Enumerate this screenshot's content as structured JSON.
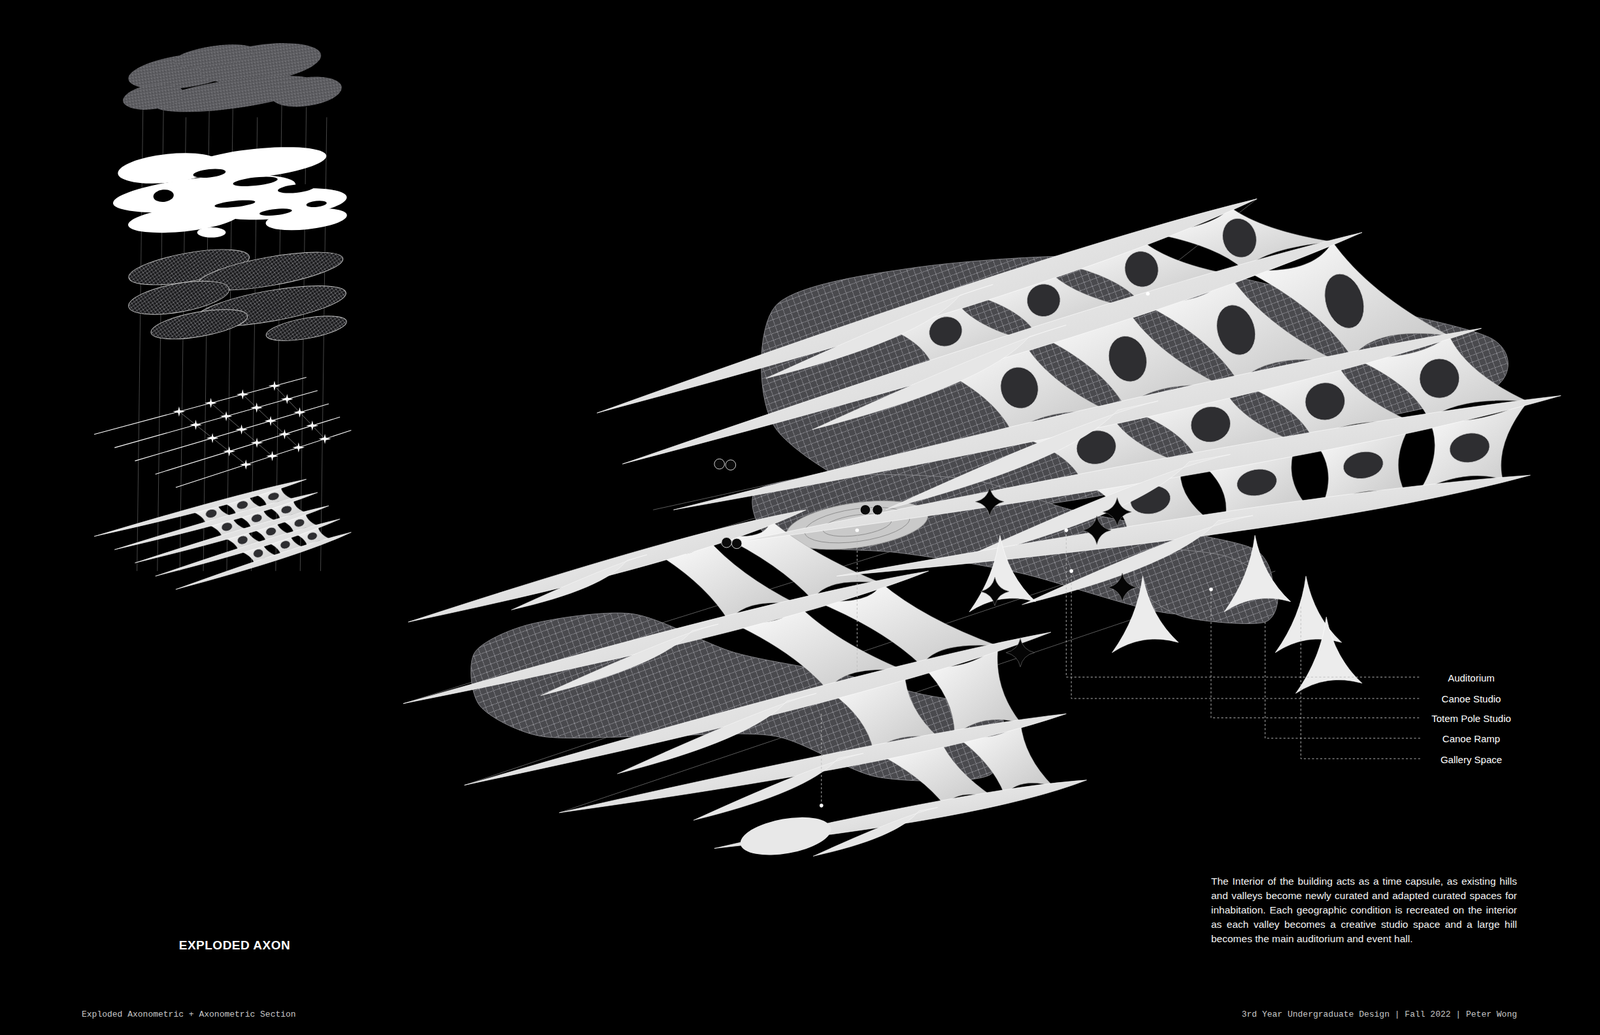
{
  "diagram": {
    "caption": "The Interior of the building acts as a time capsule, as existing hills and valleys become newly curated and adapted curated spaces for inhabitation. Each geographic condition is recreated on the interior as each valley becomes a creative studio space and a large hill becomes the main auditorium and event hall.",
    "labels": [
      "EXPLODED AXON",
      "Auditorium",
      "Canoe Studio",
      "Totem Pole Studio",
      "Canoe Ramp",
      "Gallery Space",
      "Exploded Axonometric + Axonometric Section",
      "3rd Year Undergraduate Design | Fall 2022 | Peter Wong"
    ]
  }
}
